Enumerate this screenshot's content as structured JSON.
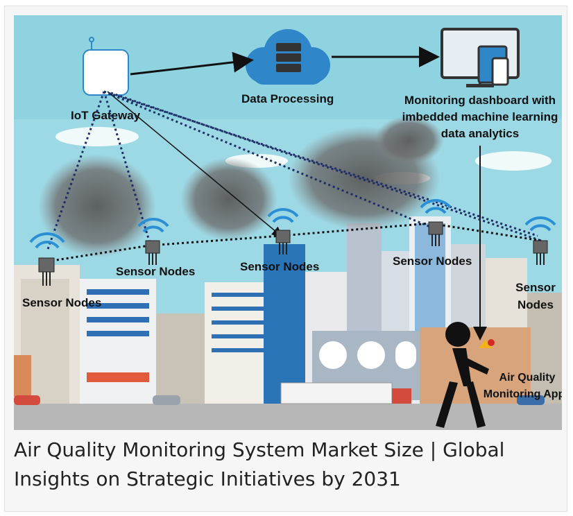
{
  "diagram": {
    "gateway_label": "IoT Gateway",
    "processing_label": "Data Processing",
    "dashboard_label_lines": [
      "Monitoring dashboard with",
      "imbedded machine learning",
      "data analytics"
    ],
    "sensor_labels": [
      {
        "lines": [
          "Sensor Nodes"
        ]
      },
      {
        "lines": [
          "Sensor Nodes"
        ]
      },
      {
        "lines": [
          "Sensor Nodes"
        ]
      },
      {
        "lines": [
          "Sensor Nodes"
        ]
      },
      {
        "lines": [
          "Sensor",
          "Nodes"
        ]
      }
    ],
    "apps_label_lines": [
      "Air Quality",
      "Monitoring Apps"
    ],
    "colors": {
      "sky": "#8fd3e0",
      "cloud_blue": "#2f87c9",
      "wifi_blue": "#2b8fd6",
      "dotted_line": "#1f2e66",
      "arrow": "#111111"
    }
  },
  "caption": {
    "line1": "Air Quality Monitoring System Market Size | Global",
    "line2": "Insights on Strategic Initiatives by 2031"
  }
}
